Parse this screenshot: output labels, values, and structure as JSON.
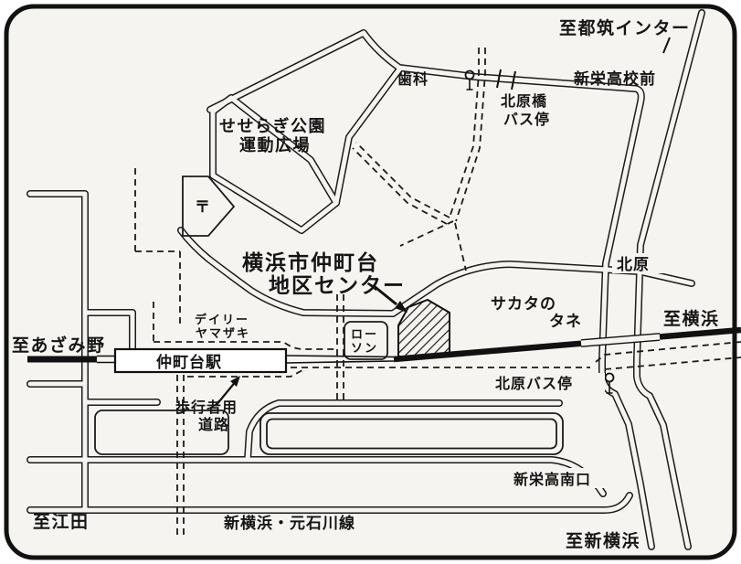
{
  "map": {
    "labels": {
      "to_tsuzuki_inter": "至都筑インター",
      "shinei_koko_mae": "新栄高校前",
      "kitaharabashi_bus_stop_line1": "北原橋",
      "kitaharabashi_bus_stop_line2": "バス停",
      "dental_clinic": "歯科",
      "seseragi_park_line1": "せせらぎ公園",
      "seseragi_park_line2": "運動広場",
      "post_office_mark": "〒",
      "center_name_line1": "横浜市仲町台",
      "center_name_line2": "地区センター",
      "sakata_line1": "サカタの",
      "sakata_line2": "タネ",
      "kitahara": "北原",
      "to_yokohama": "至横浜",
      "daily_yamazaki_line1": "デイリー",
      "daily_yamazaki_line2": "ヤマザキ",
      "lawson_line1": "ロー",
      "lawson_line2": "ソン",
      "nakamachidai_station": "仲町台駅",
      "to_azamino": "至あざみ野",
      "pedestrian_road_line1": "歩行者用",
      "pedestrian_road_line2": "道路",
      "kitahara_bus_stop": "北原バス停",
      "shinei_ko_minamiguchi": "新栄高南口",
      "to_eda": "至江田",
      "shinyokohama_motoishikawa_line": "新横浜・元石川線",
      "to_shinyokohama": "至新横浜"
    },
    "icons": {
      "bus_stop": "circle-on-pole",
      "post_office": "postal-mark",
      "district_center_building": "hatched-polygon"
    },
    "colors": {
      "ink": "#1b1b1b",
      "paper": "#f5f4f1",
      "station_fill": "#ffffff"
    }
  }
}
